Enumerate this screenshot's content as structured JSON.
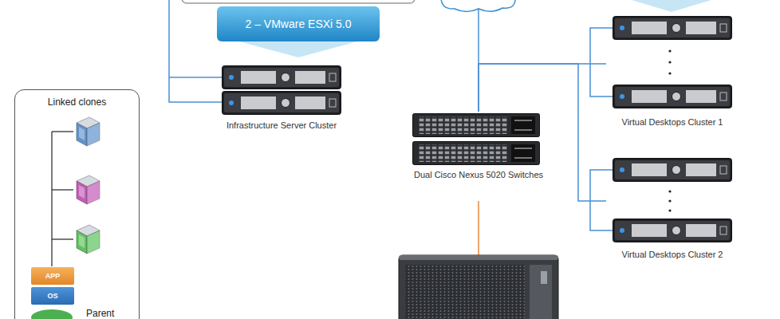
{
  "diagram": {
    "nodes": [
      {
        "text": [
          "2 – VMware ESXi 5.0"
        ]
      },
      {
        "text": [
          "Infrastructure Server Cluster"
        ]
      },
      {
        "text": [
          "Linked clones"
        ]
      },
      {
        "text": [
          "APP"
        ],
        "in": 2
      },
      {
        "text": [
          "OS"
        ],
        "in": 2
      },
      {
        "text": [
          "Dual Cisco Nexus 5020 Switches"
        ]
      },
      {
        "text": [
          "Virtual Desktops Cluster 1"
        ]
      },
      {
        "text": [
          "Virtual Desktops Cluster 2"
        ]
      }
    ],
    "edges": [
      {
        "from": 5,
        "to": 6,
        "arrow": "none"
      },
      {
        "from": 5,
        "to": 7,
        "arrow": "none"
      }
    ],
    "labels": [
      "Parent"
    ]
  }
}
